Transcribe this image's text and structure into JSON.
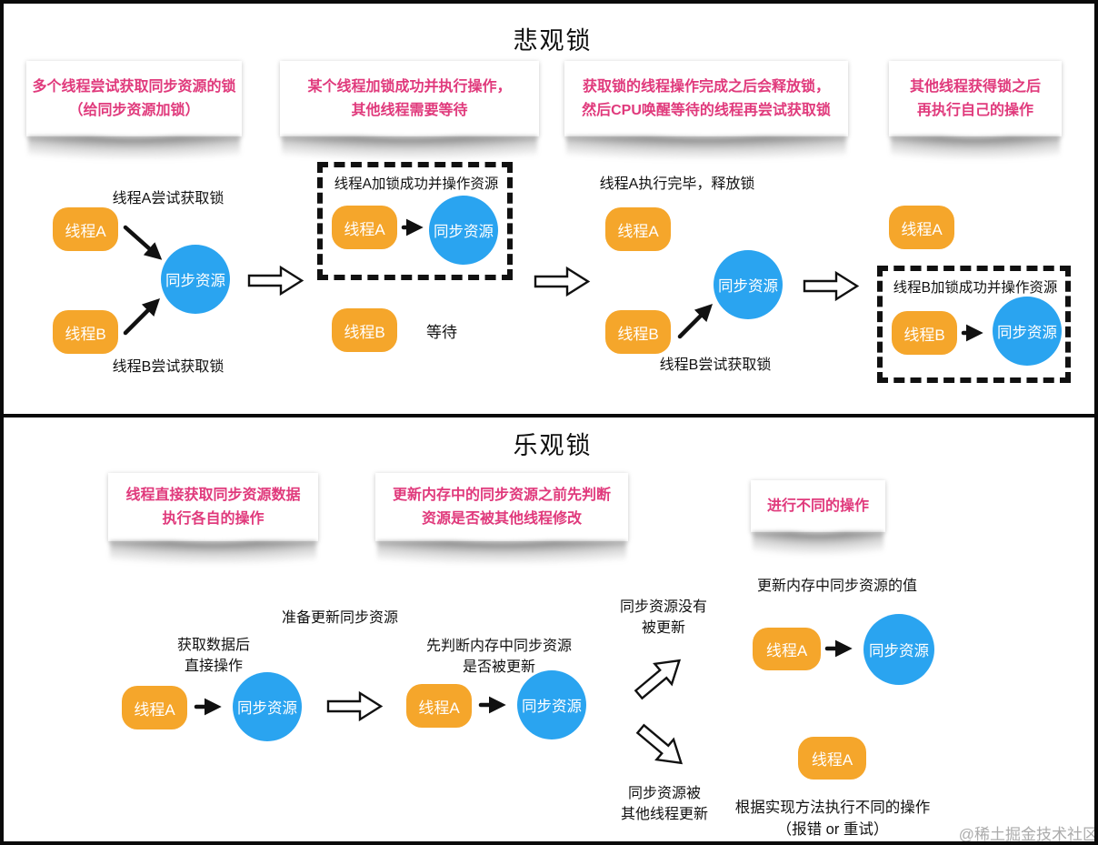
{
  "colors": {
    "orange": "#F5A62B",
    "blue": "#2AA4F0",
    "pink": "#E03A7C",
    "ink": "#111111",
    "gray": "#ABABAB"
  },
  "shared": {
    "thread_a": "线程A",
    "thread_b": "线程B",
    "resource": "同步资源"
  },
  "pessimistic": {
    "title": "悲观锁",
    "cards": [
      {
        "text": "多个线程尝试获取同步资源的锁\n（给同步资源加锁）"
      },
      {
        "text": "某个线程加锁成功并执行操作，\n其他线程需要等待"
      },
      {
        "text": "获取锁的线程操作完成之后会释放锁，\n然后CPU唤醒等待的线程再尝试获取锁"
      },
      {
        "text": "其他线程获得锁之后\n再执行自己的操作"
      }
    ],
    "step1": {
      "label_top": "线程A尝试获取锁",
      "label_bottom": "线程B尝试获取锁"
    },
    "step2": {
      "box_label": "线程A加锁成功并操作资源",
      "wait": "等待"
    },
    "step3": {
      "label_top": "线程A执行完毕，释放锁",
      "label_bottom": "线程B尝试获取锁"
    },
    "step4": {
      "box_label": "线程B加锁成功并操作资源"
    }
  },
  "optimistic": {
    "title": "乐观锁",
    "cards": [
      {
        "text": "线程直接获取同步资源数据\n执行各自的操作"
      },
      {
        "text": "更新内存中的同步资源之前先判断\n资源是否被其他线程修改"
      },
      {
        "text": "进行不同的操作"
      }
    ],
    "step1": {
      "prep_label": "准备更新同步资源",
      "label": "获取数据后\n直接操作"
    },
    "step2": {
      "label": "先判断内存中同步资源\n是否被更新"
    },
    "branch": {
      "up_label": "同步资源没有\n被更新",
      "down_label": "同步资源被\n其他线程更新"
    },
    "step3": {
      "label": "更新内存中同步资源的值"
    },
    "step4": {
      "caption": "根据实现方法执行不同的操作\n（报错 or 重试）"
    }
  },
  "watermark": "@稀土掘金技术社区"
}
